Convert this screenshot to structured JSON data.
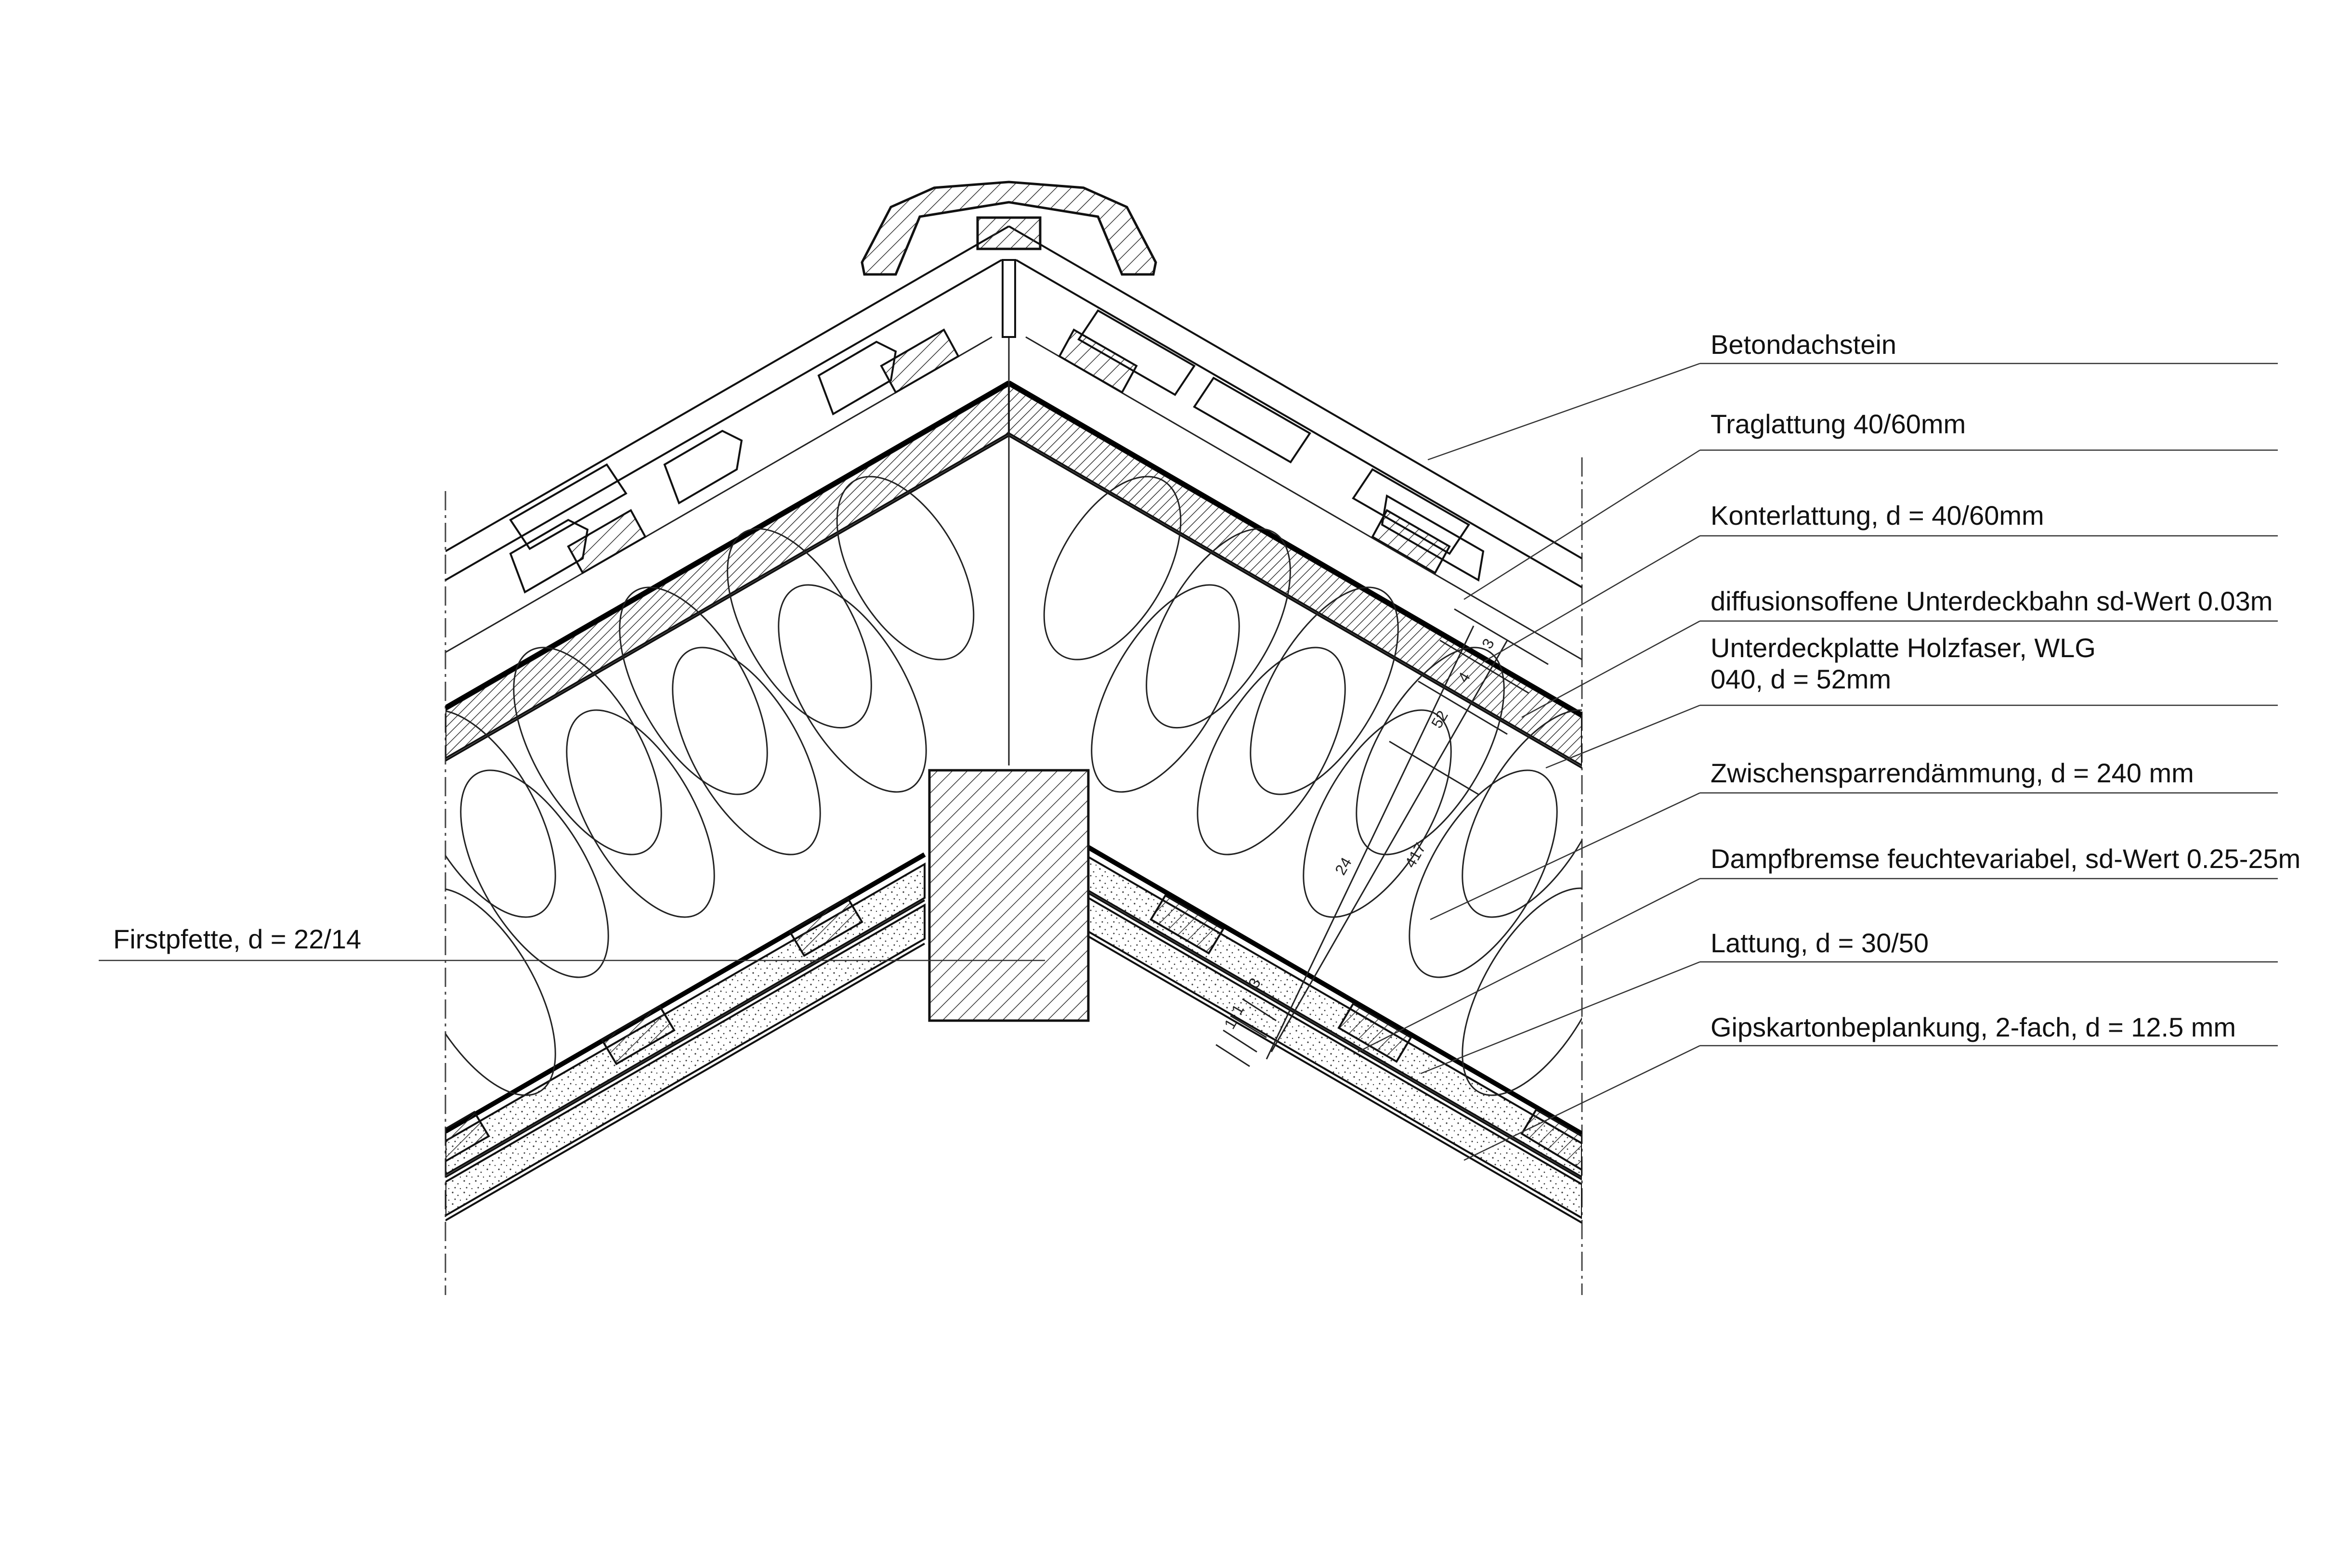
{
  "labels": {
    "betondachstein": "Betondachstein",
    "traglattung": "Traglattung 40/60mm",
    "konterlattung": "Konterlattung, d = 40/60mm",
    "unterdeckbahn": "diffusionsoffene Unterdeckbahn sd-Wert 0.03m",
    "unterdeckplatte_line1": "Unterdeckplatte Holzfaser, WLG",
    "unterdeckplatte_line2": "040, d = 52mm",
    "zwischensparren": "Zwischensparrendämmung, d = 240 mm",
    "dampfbremse": "Dampfbremse feuchtevariabel, sd-Wert 0.25-25m",
    "lattung": "Lattung, d = 30/50",
    "gipskarton": "Gipskartonbeplankung, 2-fach, d = 12.5 mm",
    "firstpfette": "Firstpfette, d = 22/14"
  },
  "dimensions": {
    "d_3_top": "3",
    "d_4": "4",
    "d_52": "52",
    "d_24": "24",
    "d_417": "417",
    "d_3_bottom": "3",
    "d_1_a": "1",
    "d_1_b": "1"
  }
}
